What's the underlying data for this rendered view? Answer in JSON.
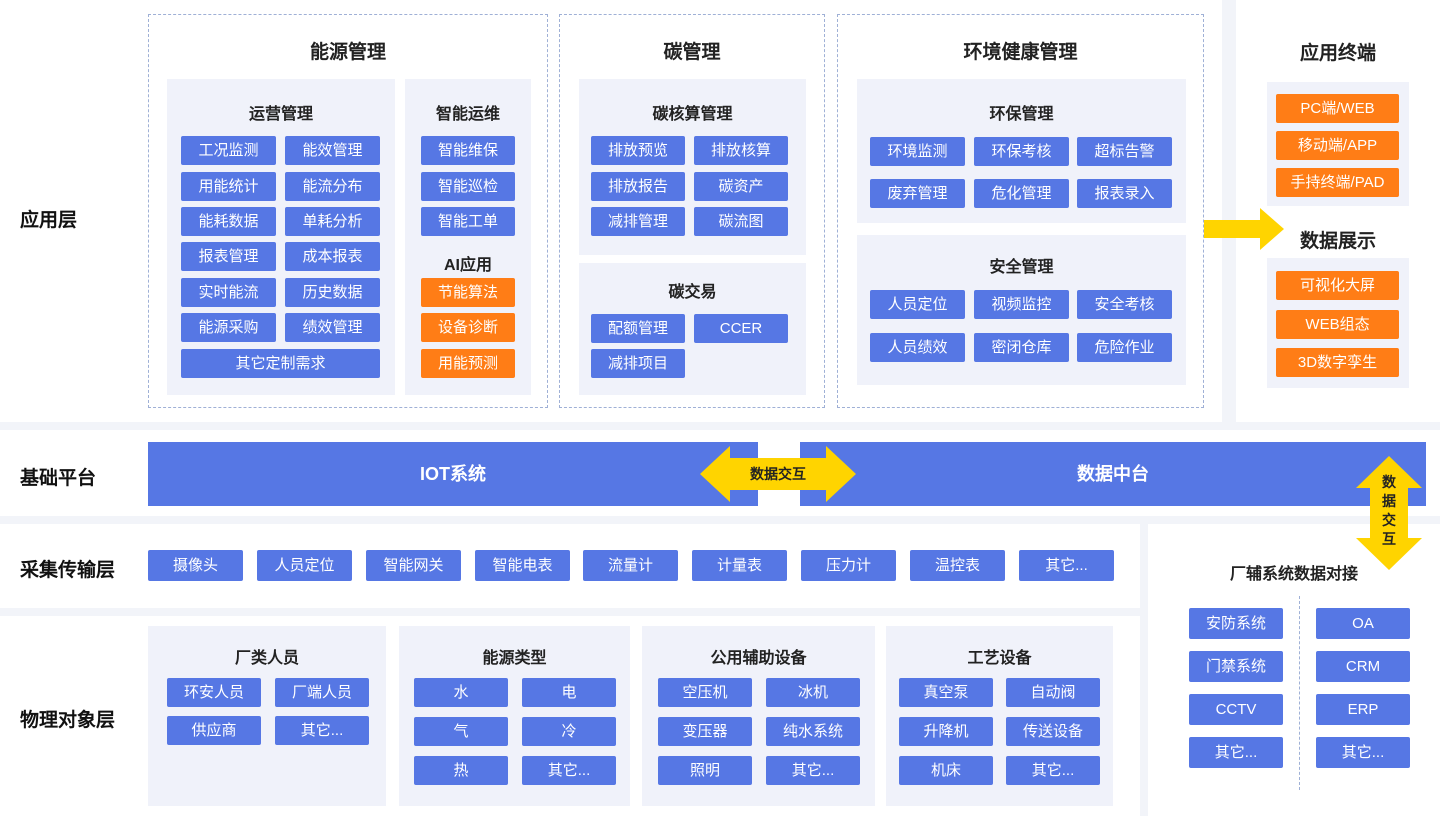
{
  "layers": {
    "app": "应用层",
    "base": "基础平台",
    "collect": "采集传输层",
    "physical": "物理对象层"
  },
  "energy": {
    "title": "能源管理",
    "ops": {
      "title": "运营管理",
      "items": [
        "工况监测",
        "能效管理",
        "用能统计",
        "能流分布",
        "能耗数据",
        "单耗分析",
        "报表管理",
        "成本报表",
        "实时能流",
        "历史数据",
        "能源采购",
        "绩效管理"
      ],
      "wide": "其它定制需求"
    },
    "smart": {
      "title": "智能运维",
      "items": [
        "智能维保",
        "智能巡检",
        "智能工单"
      ]
    },
    "ai": {
      "title": "AI应用",
      "items": [
        "节能算法",
        "设备诊断",
        "用能预测"
      ]
    }
  },
  "carbon": {
    "title": "碳管理",
    "accounting": {
      "title": "碳核算管理",
      "items": [
        "排放预览",
        "排放核算",
        "排放报告",
        "碳资产",
        "减排管理",
        "碳流图"
      ]
    },
    "trading": {
      "title": "碳交易",
      "items": [
        "配额管理",
        "CCER",
        "减排项目"
      ]
    }
  },
  "env": {
    "title": "环境健康管理",
    "eco": {
      "title": "环保管理",
      "items": [
        "环境监测",
        "环保考核",
        "超标告警",
        "废弃管理",
        "危化管理",
        "报表录入"
      ]
    },
    "safety": {
      "title": "安全管理",
      "items": [
        "人员定位",
        "视频监控",
        "安全考核",
        "人员绩效",
        "密闭仓库",
        "危险作业"
      ]
    }
  },
  "terminal": {
    "title": "应用终端",
    "items": [
      "PC端/WEB",
      "移动端/APP",
      "手持终端/PAD"
    ]
  },
  "display": {
    "title": "数据展示",
    "items": [
      "可视化大屏",
      "WEB组态",
      "3D数字孪生"
    ]
  },
  "platform": {
    "iot": "IOT系统",
    "datacenter": "数据中台",
    "exchange": "数据交互",
    "vexchange": [
      "数",
      "据",
      "交",
      "互"
    ]
  },
  "collect": {
    "items": [
      "摄像头",
      "人员定位",
      "智能网关",
      "智能电表",
      "流量计",
      "计量表",
      "压力计",
      "温控表",
      "其它..."
    ]
  },
  "physical": {
    "staff": {
      "title": "厂类人员",
      "items": [
        "环安人员",
        "厂端人员",
        "供应商",
        "其它..."
      ]
    },
    "energy": {
      "title": "能源类型",
      "items": [
        "水",
        "电",
        "气",
        "冷",
        "热",
        "其它..."
      ]
    },
    "utility": {
      "title": "公用辅助设备",
      "items": [
        "空压机",
        "冰机",
        "变压器",
        "纯水系统",
        "照明",
        "其它..."
      ]
    },
    "process": {
      "title": "工艺设备",
      "items": [
        "真空泵",
        "自动阀",
        "升降机",
        "传送设备",
        "机床",
        "其它..."
      ]
    }
  },
  "aux": {
    "title": "厂辅系统数据对接",
    "left": [
      "安防系统",
      "门禁系统",
      "CCTV",
      "其它..."
    ],
    "right": [
      "OA",
      "CRM",
      "ERP",
      "其它..."
    ]
  },
  "colors": {
    "blue": "#5677e4",
    "orange": "#ff7d16",
    "arrow": "#ffd400"
  }
}
